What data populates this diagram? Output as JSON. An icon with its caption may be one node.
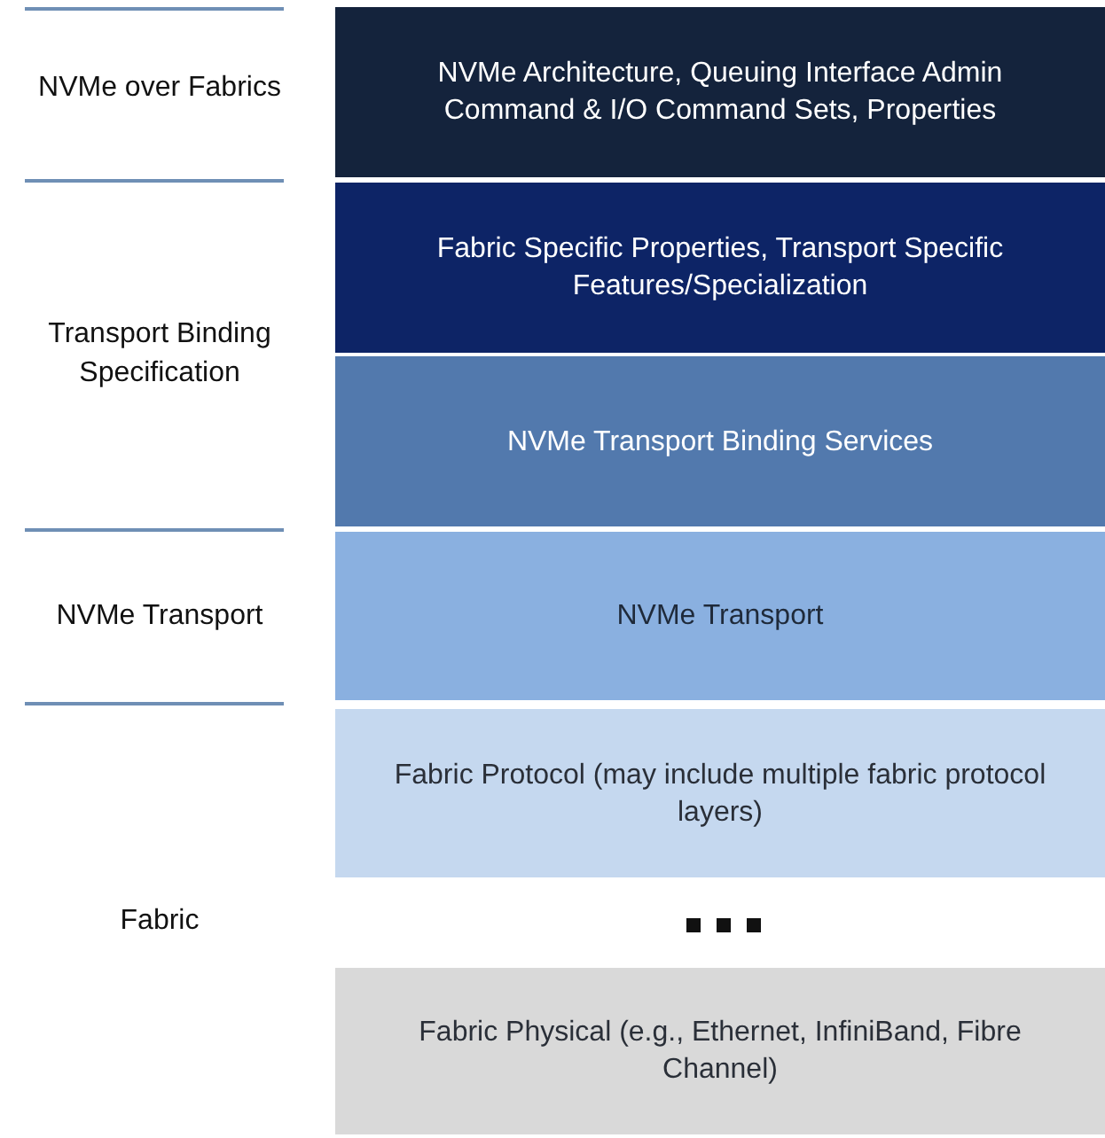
{
  "diagram": {
    "nodes": [
      {
        "text": [
          "NVMe Architecture, Queuing Interface Admin Command & I/O Command Sets, Properties"
        ]
      },
      {
        "text": [
          "Fabric Specific Properties, Transport Specific Features/Specialization"
        ]
      },
      {
        "text": [
          "NVMe Transport Binding Services"
        ]
      },
      {
        "text": [
          "NVMe Transport"
        ]
      },
      {
        "text": [
          "Fabric Protocol (may include multiple fabric protocol layers)"
        ]
      },
      {
        "text": [
          "Fabric Physical (e.g., Ethernet, InfiniBand, Fibre Channel)"
        ]
      }
    ],
    "labels": [
      "NVMe over Fabrics",
      "Transport Binding Specification",
      "NVMe Transport",
      "Fabric"
    ]
  }
}
